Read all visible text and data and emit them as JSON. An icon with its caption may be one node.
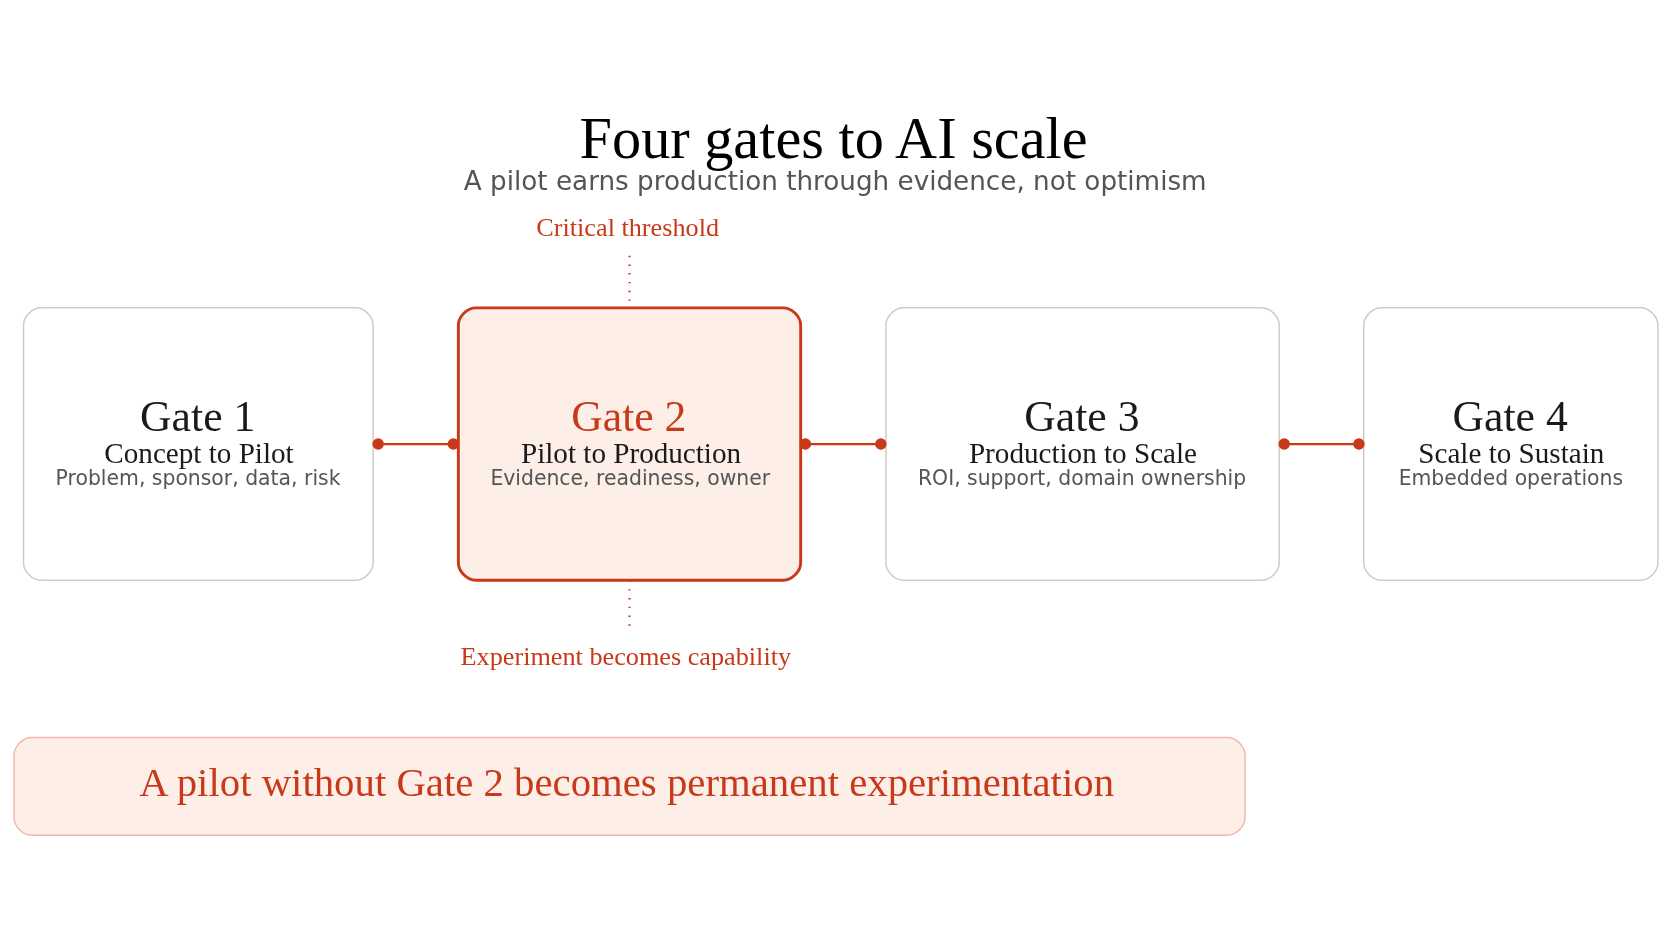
{
  "diagram": {
    "title": "Four gates to AI scale",
    "caption": "A pilot earns production through evidence, not optimism",
    "nodes": [
      {
        "text": [
          "Gate 1",
          "Concept to Pilot",
          "Problem, sponsor, data, risk"
        ]
      },
      {
        "text": [
          "Gate 2",
          "Pilot to Production",
          "Evidence, readiness, owner"
        ]
      },
      {
        "text": [
          "Gate 3",
          "Production to Scale",
          "ROI, support, domain ownership"
        ]
      },
      {
        "text": [
          "Gate 4",
          "Scale to Sustain",
          "Embedded operations"
        ]
      },
      {
        "text": [
          "Critical threshold"
        ]
      },
      {
        "text": [
          "Experiment becomes capability"
        ]
      },
      {
        "text": [
          "A pilot without Gate 2 becomes permanent experimentation"
        ]
      }
    ],
    "edges": [
      {
        "from": 0,
        "to": 1,
        "arrow": "other"
      },
      {
        "from": 1,
        "to": 2,
        "arrow": "other"
      },
      {
        "from": 2,
        "to": 3,
        "arrow": "other"
      },
      {
        "from": 4,
        "to": 1,
        "arrow": "none",
        "style": "dashed"
      },
      {
        "from": 1,
        "to": 5,
        "arrow": "none",
        "style": "dashed"
      }
    ]
  }
}
